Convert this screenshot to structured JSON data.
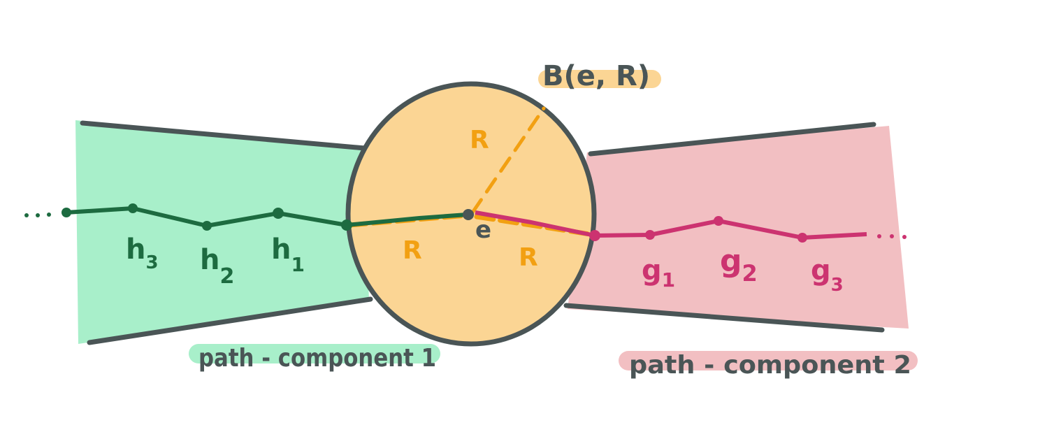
{
  "ball": {
    "label": "B(e, R)",
    "center_label": "e",
    "radius_labels": [
      "R",
      "R",
      "R"
    ]
  },
  "left_component": {
    "label": "path - component 1",
    "points": [
      "h",
      "h",
      "h"
    ],
    "subscripts": [
      "3",
      "2",
      "1"
    ]
  },
  "right_component": {
    "label": "path - component 2",
    "points": [
      "g",
      "g",
      "g"
    ],
    "subscripts": [
      "1",
      "2",
      "3"
    ]
  },
  "colors": {
    "green_fill": "#a8efca",
    "green_line": "#1d6b40",
    "pink_fill": "#f2bfc2",
    "pink_line": "#cc3370",
    "orange_fill": "#fbd594",
    "orange_line": "#f2a012",
    "outline": "#4a5556"
  }
}
